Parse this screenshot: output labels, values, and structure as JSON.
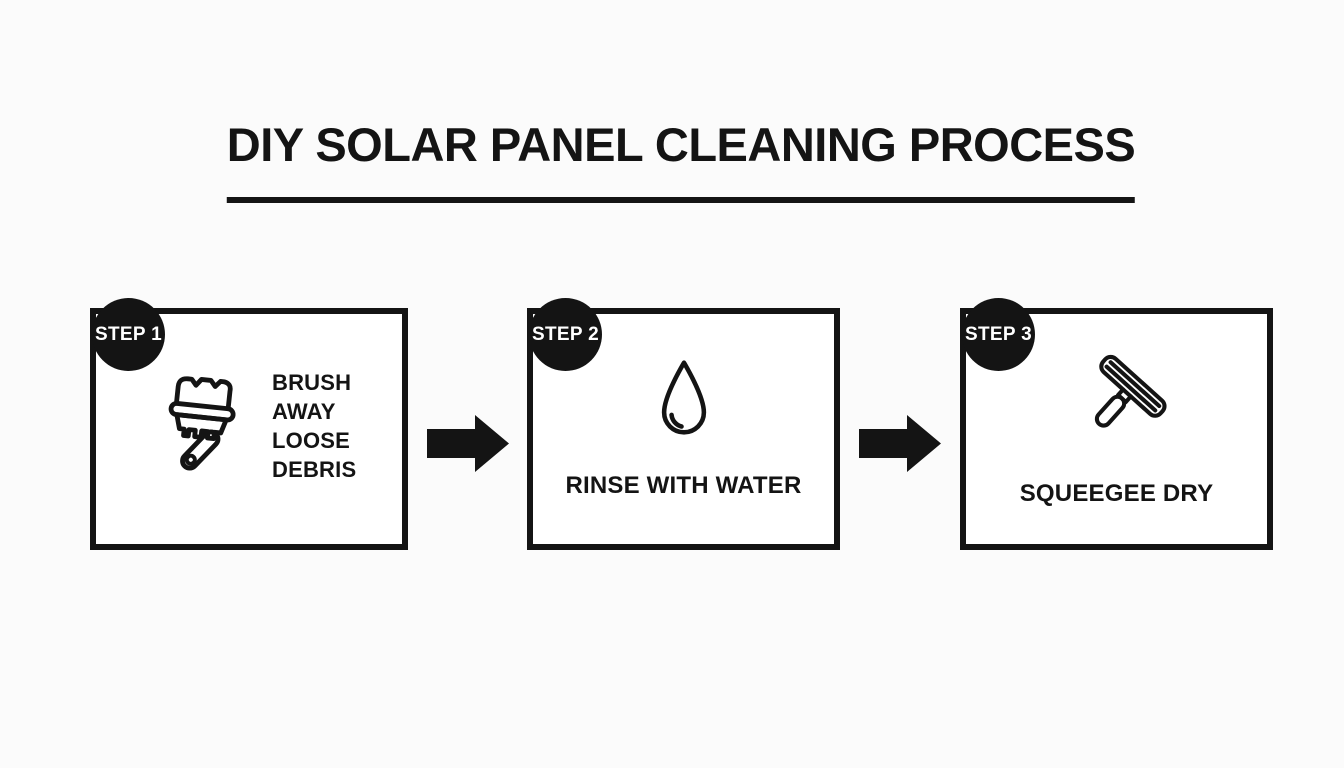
{
  "colors": {
    "background": "#fbfbfb",
    "ink": "#141414",
    "card_background": "#ffffff",
    "badge_text": "#ffffff"
  },
  "header": {
    "title": "DIY SOLAR PANEL CLEANING PROCESS"
  },
  "steps": [
    {
      "badge": "STEP 1",
      "icon": "paintbrush-icon",
      "label": "BRUSH AWAY LOOSE DEBRIS",
      "label_lines": [
        "BRUSH",
        "AWAY",
        "LOOSE",
        "DEBRIS"
      ]
    },
    {
      "badge": "STEP 2",
      "icon": "water-drop-icon",
      "label": "RINSE WITH WATER"
    },
    {
      "badge": "STEP 3",
      "icon": "squeegee-icon",
      "label": "SQUEEGEE DRY"
    }
  ],
  "connectors": [
    {
      "icon": "arrow-right-icon"
    },
    {
      "icon": "arrow-right-icon"
    }
  ]
}
